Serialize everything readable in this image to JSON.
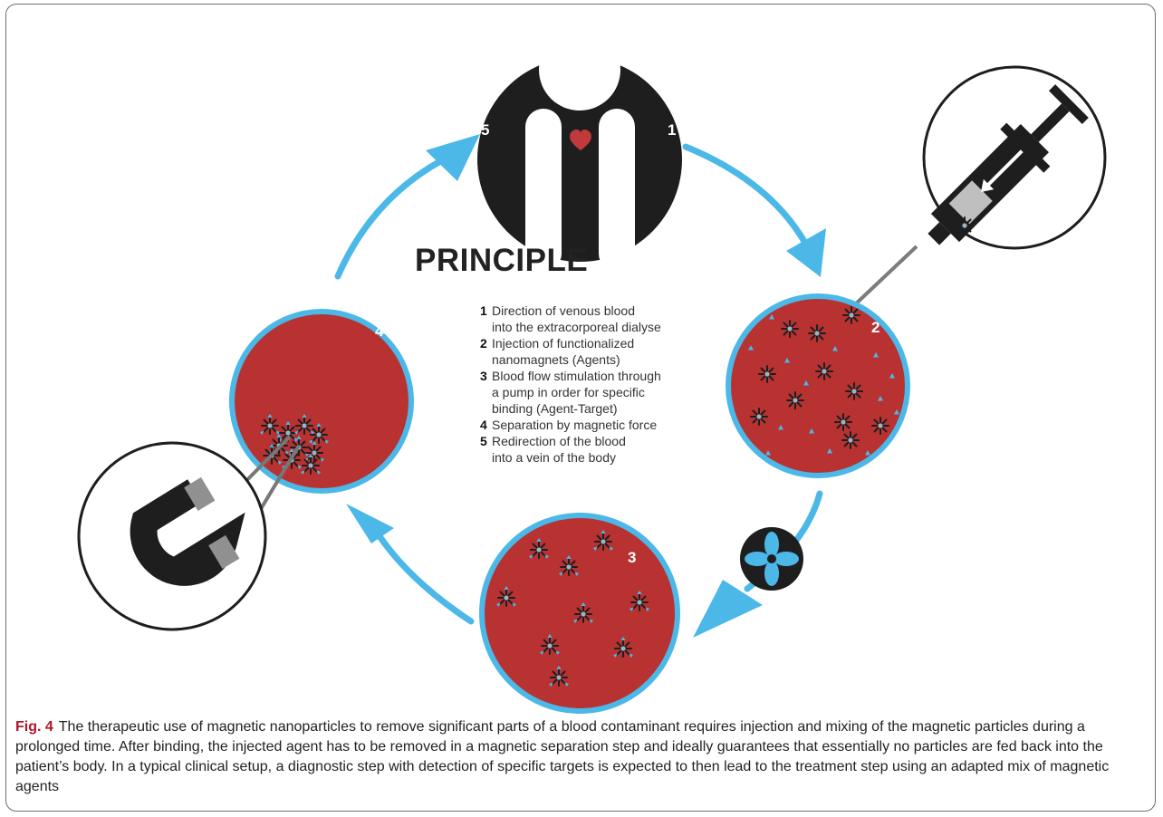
{
  "diagram": {
    "title": "PRINCIPLE",
    "body_labels": {
      "left": "5",
      "right": "1"
    },
    "circle_labels": {
      "step2": "2",
      "step3": "3",
      "step4": "4"
    },
    "steps": [
      {
        "number": "1",
        "text": "Direction of venous blood\ninto the extracorporeal dialyse"
      },
      {
        "number": "2",
        "text": "Injection of functionalized\nnanomagnets (Agents)"
      },
      {
        "number": "3",
        "text": "Blood flow stimulation through\na pump in order for specific\nbinding (Agent-Target)"
      },
      {
        "number": "4",
        "text": "Separation by magnetic force"
      },
      {
        "number": "5",
        "text": "Redirection of the blood\ninto a vein of the body"
      }
    ],
    "icons": [
      "person-heart-icon",
      "syringe-icon",
      "pump-fan-icon",
      "magnet-icon",
      "nanoparticle-icon",
      "target-molecule-icon"
    ],
    "colors": {
      "blood": "#b93232",
      "arrow_blue": "#4bb8e8",
      "dark": "#1e1e1e",
      "heart": "#c0393b",
      "figure_label": "#b0152a"
    }
  },
  "caption": {
    "label": "Fig. 4",
    "text": "The therapeutic use of magnetic nanoparticles to remove significant parts of a blood contaminant requires injection and mixing of the magnetic particles during a prolonged time. After binding, the injected agent has to be removed in a magnetic separation step and ideally guarantees that essentially no particles are fed back into the patient’s body. In a typical clinical setup, a diagnostic step with detection of specific targets is expected to then lead to the treatment step using an adapted mix of magnetic agents"
  }
}
